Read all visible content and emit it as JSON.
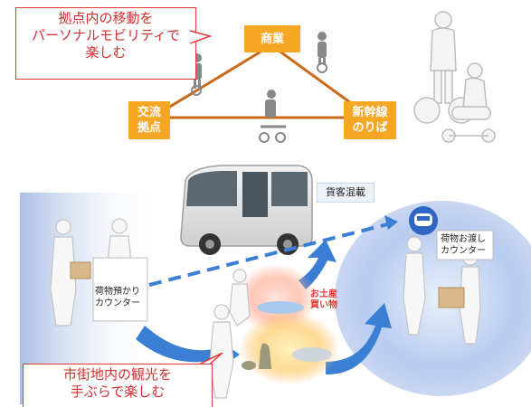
{
  "callout_top": {
    "line1": "拠点内の移動を",
    "line2": "パーソナルモビリティで",
    "line3": "楽しむ"
  },
  "nodes": {
    "commerce": "商業",
    "hub_line1": "交流",
    "hub_line2": "拠点",
    "shinkansen_line1": "新幹線",
    "shinkansen_line2": "のりば"
  },
  "bus_label": "貨客混載",
  "deposit_counter": {
    "line1": "荷物預かり",
    "line2": "カウンター"
  },
  "pickup_counter": {
    "line1": "荷物お渡し",
    "line2": "カウンター"
  },
  "souvenir": {
    "line1": "お土産",
    "line2": "買い物"
  },
  "callout_bottom": {
    "line1": "市街地内の観光を",
    "line2": "手ぶらで楽しむ"
  },
  "colors": {
    "accent_orange": "#f5a623",
    "callout_red": "#e53935",
    "arrow_blue": "#3b7fd4"
  }
}
